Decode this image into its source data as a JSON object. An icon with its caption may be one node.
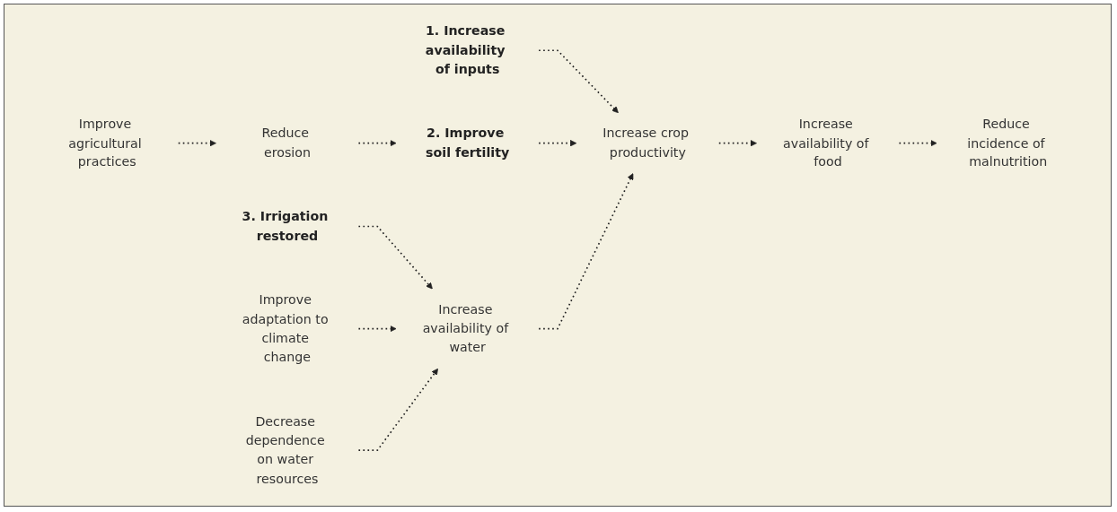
{
  "diagram": {
    "nodes": [
      {
        "text": [
          "1. Increase availability of inputs"
        ]
      },
      {
        "text": [
          "Improve agricultural practices"
        ]
      },
      {
        "text": [
          "Reduce erosion"
        ]
      },
      {
        "text": [
          "2. Improve soil fertility"
        ]
      },
      {
        "text": [
          "Increase crop productivity"
        ]
      },
      {
        "text": [
          "Increase availability of food"
        ]
      },
      {
        "text": [
          "Reduce incidence of malnutrition"
        ]
      },
      {
        "text": [
          "3. Irrigation restored"
        ]
      },
      {
        "text": [
          "Increase availability of water"
        ]
      },
      {
        "text": [
          "Improve adaptation to climate change"
        ]
      },
      {
        "text": [
          "Decrease dependence on water resources"
        ]
      }
    ],
    "edges": [
      {
        "from": 0,
        "to": 4,
        "arrow": "to",
        "style": "dashed"
      },
      {
        "from": 1,
        "to": 2,
        "arrow": "to",
        "style": "dashed"
      },
      {
        "from": 2,
        "to": 3,
        "arrow": "to",
        "style": "dashed"
      },
      {
        "from": 3,
        "to": 4,
        "arrow": "to",
        "style": "dashed"
      },
      {
        "from": 4,
        "to": 5,
        "arrow": "to",
        "style": "dashed"
      },
      {
        "from": 5,
        "to": 6,
        "arrow": "to",
        "style": "dashed"
      },
      {
        "from": 7,
        "to": 8,
        "arrow": "to",
        "style": "dashed"
      },
      {
        "from": 8,
        "to": 4,
        "arrow": "to",
        "style": "dashed"
      },
      {
        "from": 9,
        "to": 8,
        "arrow": "to",
        "style": "dashed"
      },
      {
        "from": 10,
        "to": 8,
        "arrow": "to",
        "style": "dashed"
      }
    ]
  }
}
